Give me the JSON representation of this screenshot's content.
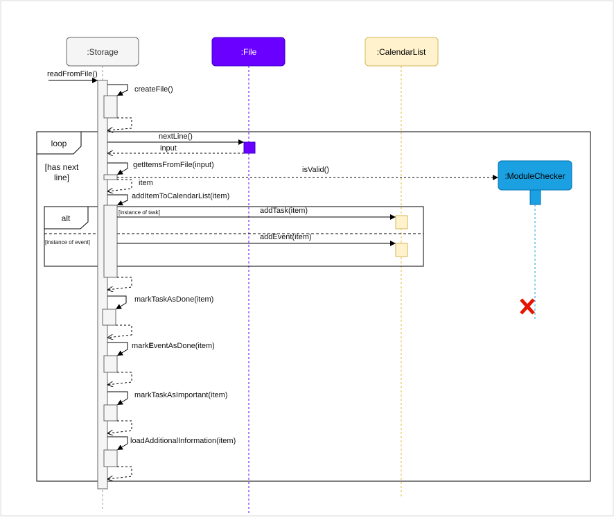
{
  "lifelines": {
    "storage": {
      "label": ":Storage",
      "fill": "#f5f5f5",
      "stroke": "#666666",
      "text_color": "#333333"
    },
    "file": {
      "label": ":File",
      "fill": "#6a00ff",
      "stroke": "#3700cc",
      "text_color": "#ffffff"
    },
    "calendar_list": {
      "label": ":CalendarList",
      "fill": "#fff2cc",
      "stroke": "#d6b656",
      "text_color": "#000000"
    },
    "module_checker": {
      "label": ":ModuleChecker",
      "fill": "#1ba1e2",
      "stroke": "#006eaf",
      "text_color": "#000000"
    }
  },
  "messages": {
    "read_from_file": "readFromFile()",
    "create_file": "createFile()",
    "next_line": "nextLine()",
    "input": "input",
    "get_items_from_file": "getItemsFromFile(input)",
    "is_valid": "isValid()",
    "item": "item",
    "add_item_to_calendar_list": "addItemToCalendarList(item)",
    "add_task": "addTask(item)",
    "add_event": "addEvent(item)",
    "mark_task_as_done": "markTaskAsDone(item)",
    "mark_event_as_done_pre": "mark",
    "mark_event_as_done_bold": "E",
    "mark_event_as_done_post": "ventAsDone(item)",
    "mark_task_as_important": "markTaskAsImportant(item)",
    "load_additional_information": "loadAdditionalInformation(item)"
  },
  "fragments": {
    "loop": {
      "label": "loop",
      "guard_line1": "[has next",
      "guard_line2": "line]"
    },
    "alt": {
      "label": "alt",
      "guard_task": "[instance of task]",
      "guard_event": "[instance of event]"
    }
  },
  "destroy_color": "#e51400"
}
